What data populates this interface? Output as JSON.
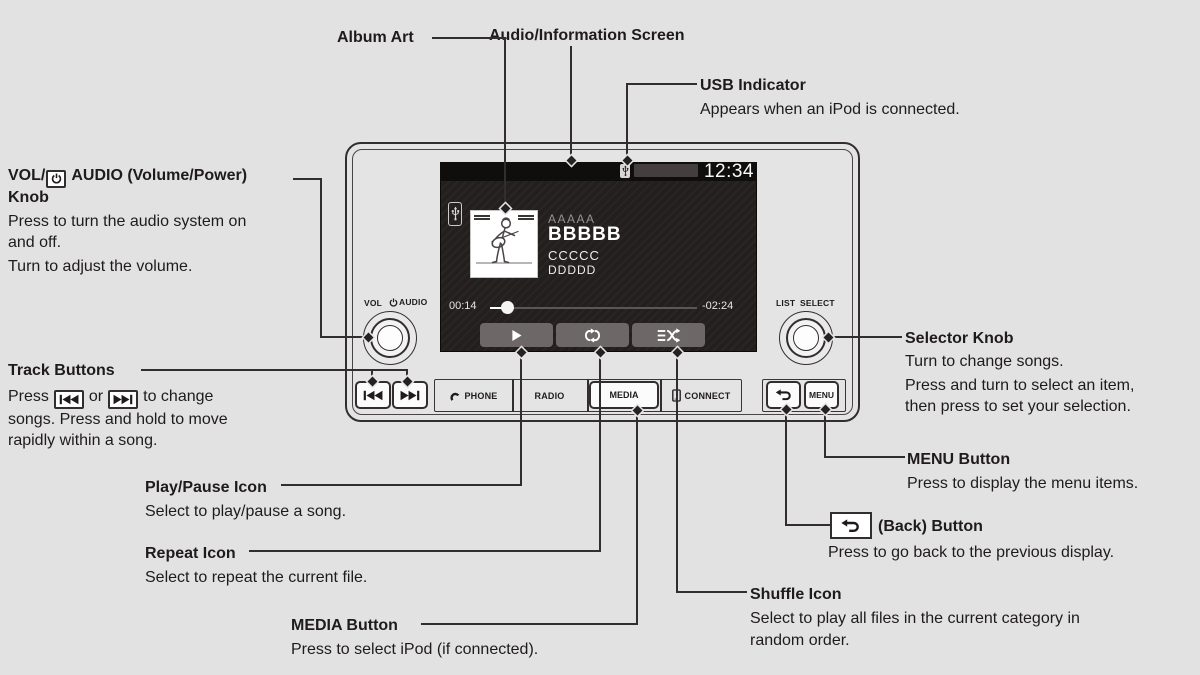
{
  "colors": {
    "page_bg": "#e2e2e2",
    "line": "#332e2e",
    "screen_bg": "#241f1f",
    "screen_button": "#6e6767",
    "text": "#1f1b1b"
  },
  "callouts": {
    "album_art": {
      "title": "Album Art"
    },
    "audio_screen": {
      "title": "Audio/Information Screen"
    },
    "usb": {
      "title": "USB Indicator",
      "desc": "Appears when an iPod is connected."
    },
    "vol_knob": {
      "title_pre": "VOL/",
      "title_post": "AUDIO (Volume/Power)",
      "title_line2": "Knob",
      "lines": [
        "Press to turn the audio system on",
        "and off.",
        "Turn to adjust the volume."
      ]
    },
    "track": {
      "title": "Track Buttons",
      "seg_press": "Press",
      "seg_or": "or",
      "seg_change": "to change",
      "lines": [
        "songs. Press and hold to move",
        "rapidly within a song."
      ]
    },
    "play": {
      "title": "Play/Pause Icon",
      "desc": "Select to play/pause a song."
    },
    "repeat": {
      "title": "Repeat Icon",
      "desc": "Select to repeat the current file."
    },
    "media": {
      "title": "MEDIA Button",
      "desc": "Press to select iPod (if connected)."
    },
    "selector": {
      "title": "Selector Knob",
      "lines": [
        "Turn to change songs.",
        "Press and turn to select an item,",
        "then press to set your selection."
      ]
    },
    "menu": {
      "title": "MENU Button",
      "desc": "Press to display the menu items."
    },
    "back": {
      "title": "(Back) Button",
      "desc": "Press to go back to the previous display."
    },
    "shuffle": {
      "title": "Shuffle Icon",
      "lines": [
        "Select to play all files in the current category in",
        "random order."
      ]
    }
  },
  "unit": {
    "screen": {
      "clock": "12:34",
      "track_meta": [
        "AAAAA",
        "BBBBB",
        "CCCCC",
        "DDDDD"
      ],
      "elapsed": "00:14",
      "remaining": "-02:24"
    },
    "panel": {
      "vol": "VOL",
      "audio": "AUDIO",
      "list": "LIST",
      "select": "SELECT",
      "phone": "PHONE",
      "radio": "RADIO",
      "media": "MEDIA",
      "connect": "CONNECT",
      "menu": "MENU"
    }
  }
}
